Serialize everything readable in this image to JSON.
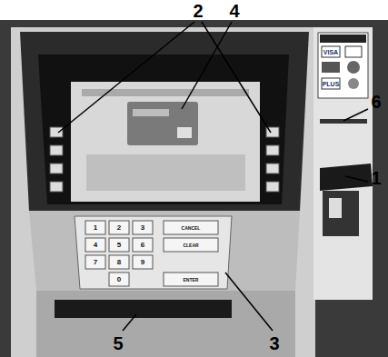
{
  "diagram": {
    "labels": [
      "2",
      "4",
      "6",
      "1",
      "3",
      "5",
      "1",
      "2",
      "3",
      "4",
      "5",
      "6",
      "7",
      "8",
      "9",
      "0",
      "CANCEL",
      "CLEAR",
      "ENTER",
      "VISA",
      "PLUS"
    ]
  }
}
